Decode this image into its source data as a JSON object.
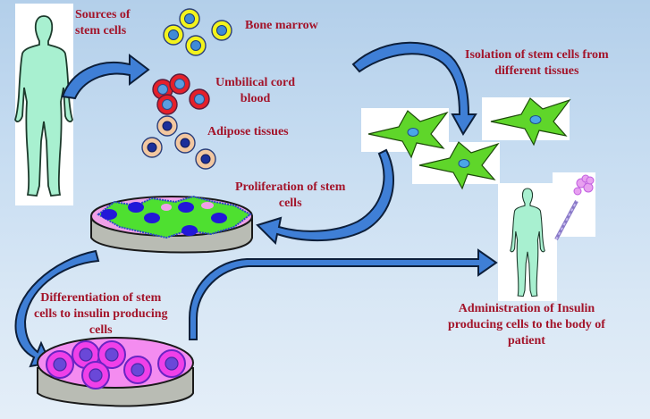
{
  "diagram": {
    "title": "Stem cell therapy workflow for insulin producing cells",
    "labels": {
      "sources": [
        "Sources of",
        "stem cells"
      ],
      "bone_marrow": "Bone marrow",
      "umbilical": [
        "Umbilical cord",
        "blood"
      ],
      "adipose": "Adipose tissues",
      "isolation": [
        "Isolation of stem cells from",
        "different tissues"
      ],
      "proliferation": [
        "Proliferation of stem",
        "cells"
      ],
      "differentiation": [
        "Differentiation of stem",
        "cells to insulin producing",
        "cells"
      ],
      "administration": [
        "Administration of Insulin",
        "producing cells to the body of",
        "patient"
      ]
    },
    "steps": [
      "Sources of stem cells",
      "Isolation of stem cells from different tissues",
      "Proliferation of stem cells",
      "Differentiation of stem cells to insulin producing cells",
      "Administration of Insulin producing cells to the body of patient"
    ],
    "colors": {
      "label_text": "#a3142a",
      "arrow_fill": "#3f7fd6",
      "arrow_outline": "#0d1f3a",
      "body_fill": "#a8f0d0",
      "bone_marrow_ring": "#f3f31c",
      "umbilical_ring": "#e5202a",
      "adipose_ring": "#f2c7a0",
      "stem_cell": "#5fd62a",
      "insulin_cell": "#f040e8",
      "dish": "#b9bcb4"
    }
  }
}
